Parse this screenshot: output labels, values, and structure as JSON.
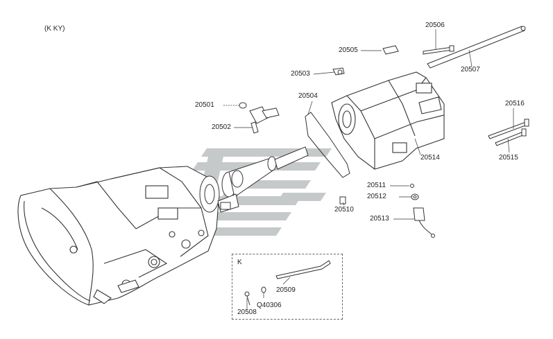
{
  "variant_note": "(K       KY)",
  "parts": {
    "p20501": "20501",
    "p20502": "20502",
    "p20503": "20503",
    "p20504": "20504",
    "p20505": "20505",
    "p20506": "20506",
    "p20507": "20507",
    "p20508": "20508",
    "p20509": "20509",
    "p20510": "20510",
    "p20511": "20511",
    "p20512": "20512",
    "p20513": "20513",
    "p20514": "20514",
    "p20515": "20515",
    "p20516": "20516",
    "pQ40306": "Q40306"
  },
  "inset_label": "K",
  "colors": {
    "line": "#333333",
    "watermark": "#b9bdbd"
  }
}
